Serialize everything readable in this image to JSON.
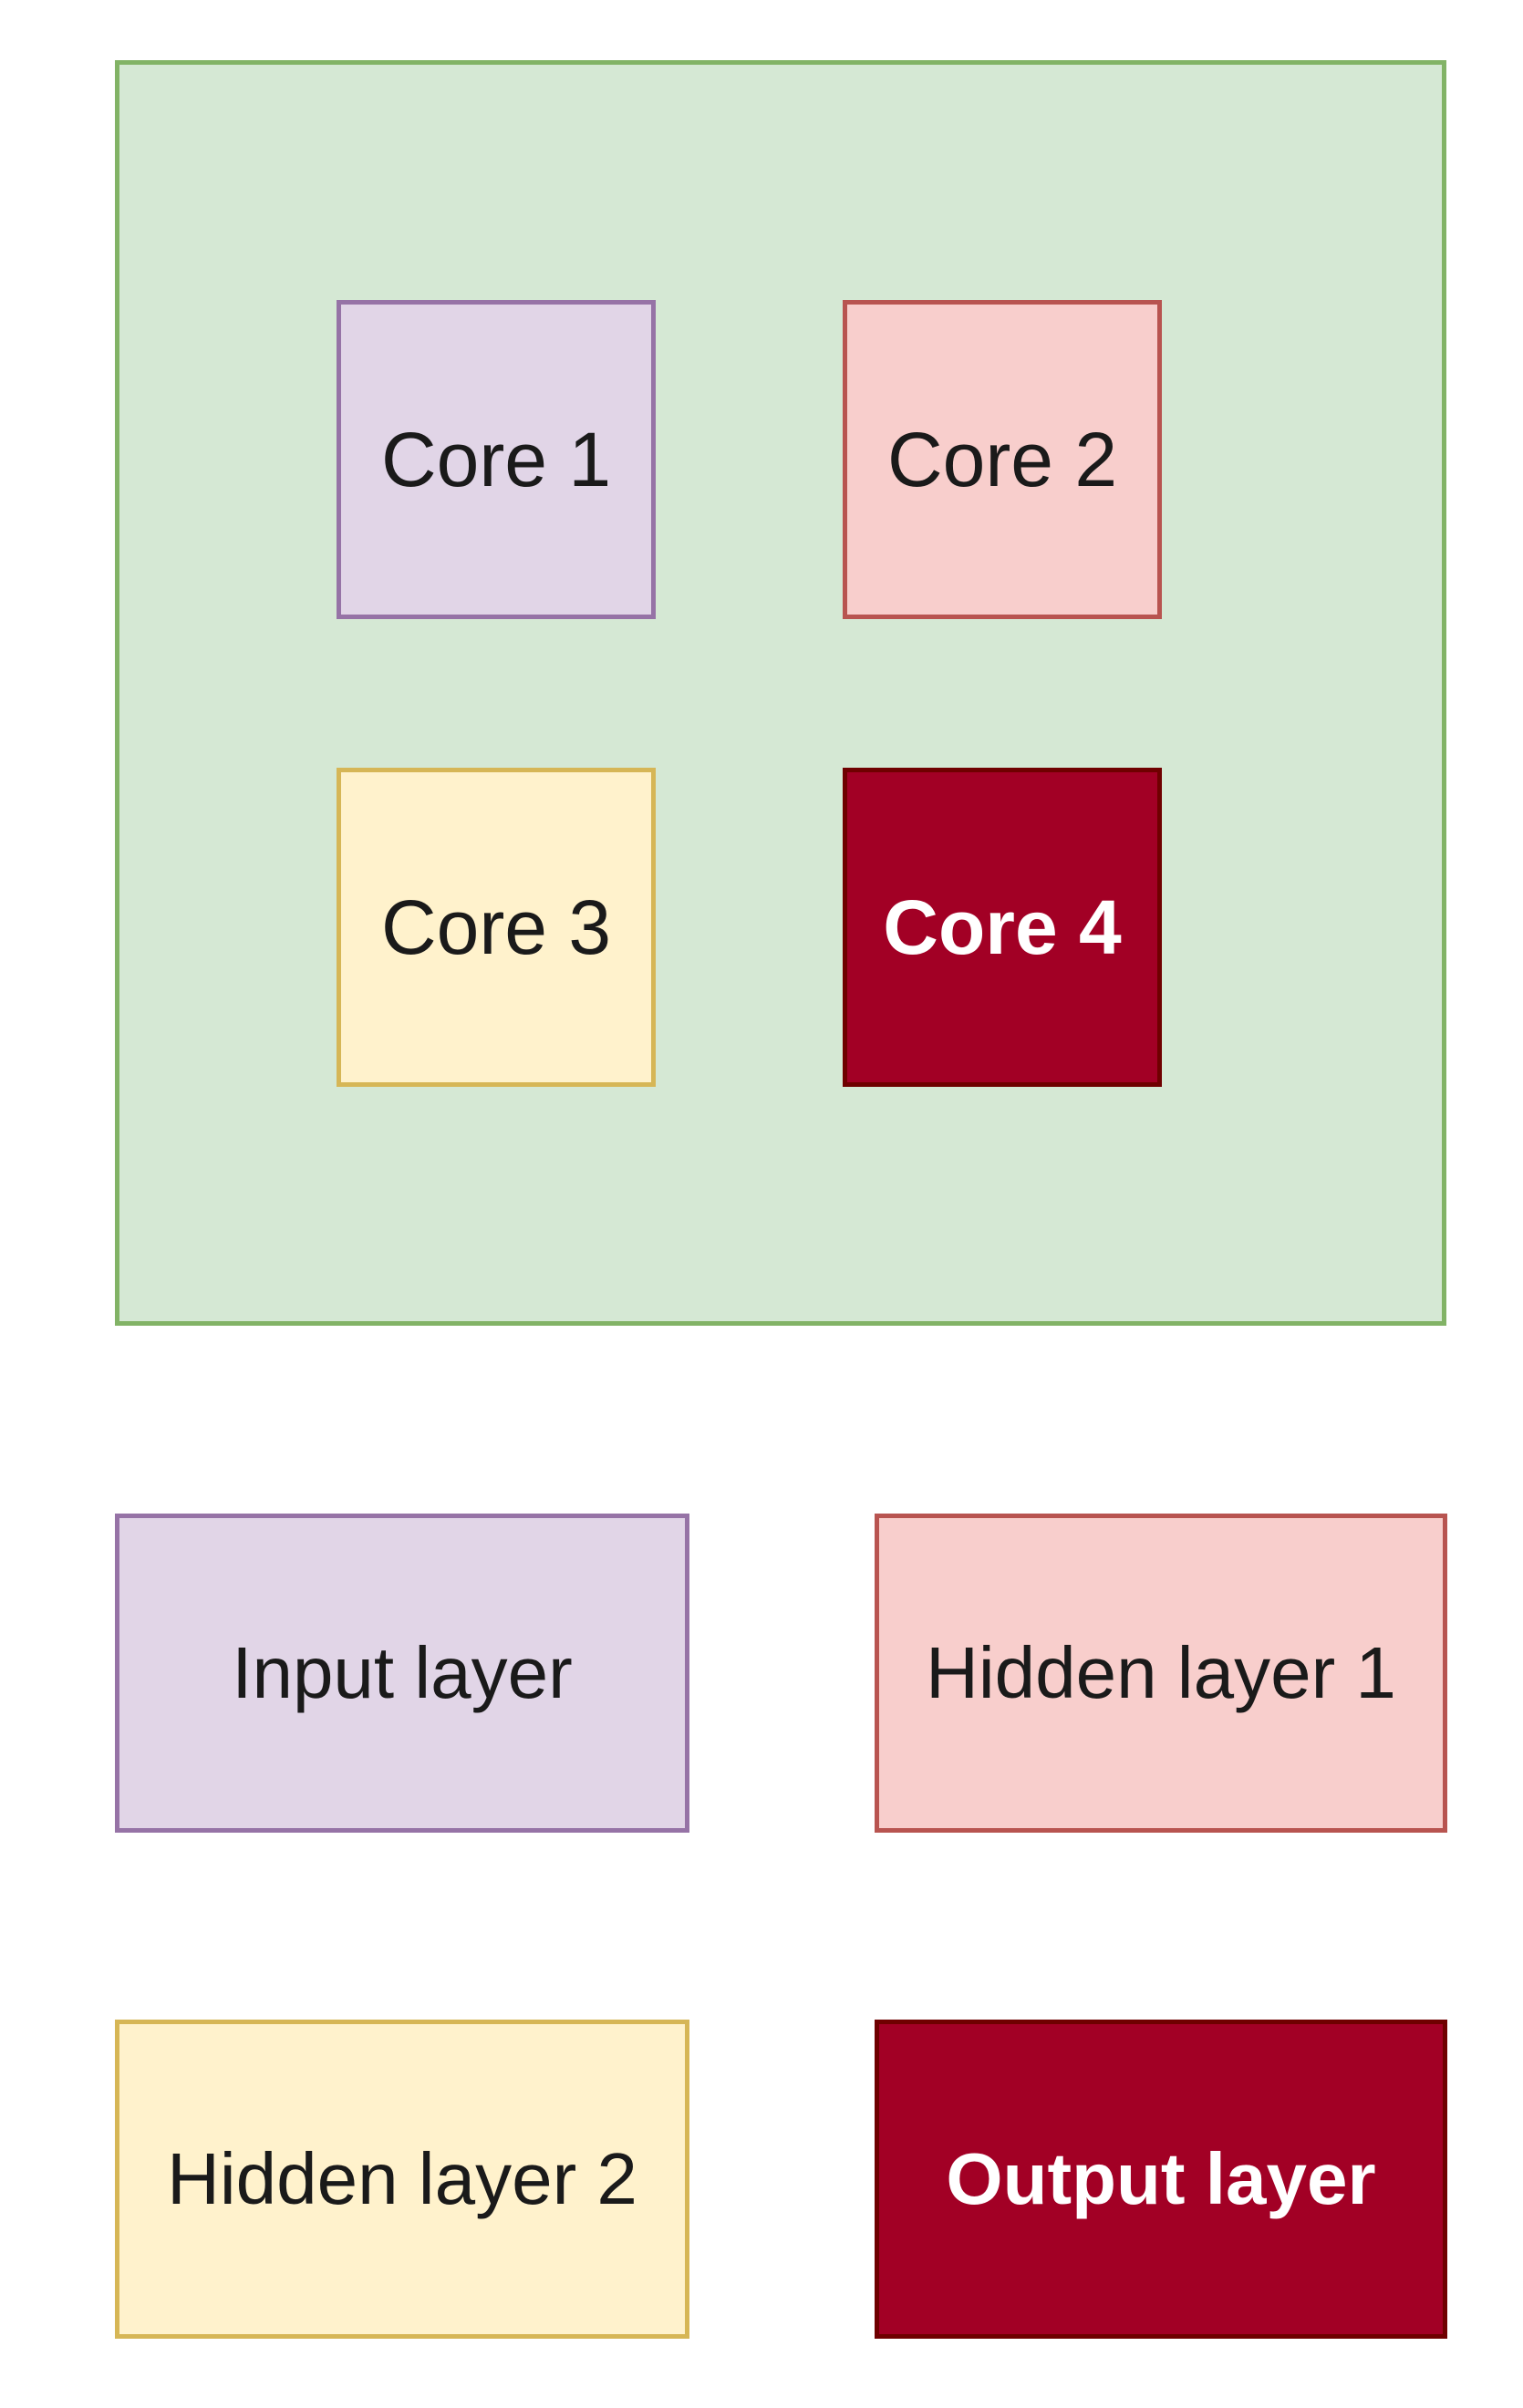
{
  "cores": [
    {
      "label": "Core 1"
    },
    {
      "label": "Core 2"
    },
    {
      "label": "Core 3"
    },
    {
      "label": "Core 4"
    }
  ],
  "legend": [
    {
      "label": "Input layer"
    },
    {
      "label": "Hidden layer 1"
    },
    {
      "label": "Hidden layer 2"
    },
    {
      "label": "Output layer"
    }
  ],
  "colors": {
    "processor_fill": "#d5e8d4",
    "processor_border": "#82b366",
    "purple_fill": "#e1d5e7",
    "purple_border": "#9673a6",
    "red_fill": "#f8cecc",
    "red_border": "#b85450",
    "yellow_fill": "#fff2cc",
    "yellow_border": "#d6b656",
    "dark_red_fill": "#a20025",
    "dark_red_border": "#6f0000"
  }
}
